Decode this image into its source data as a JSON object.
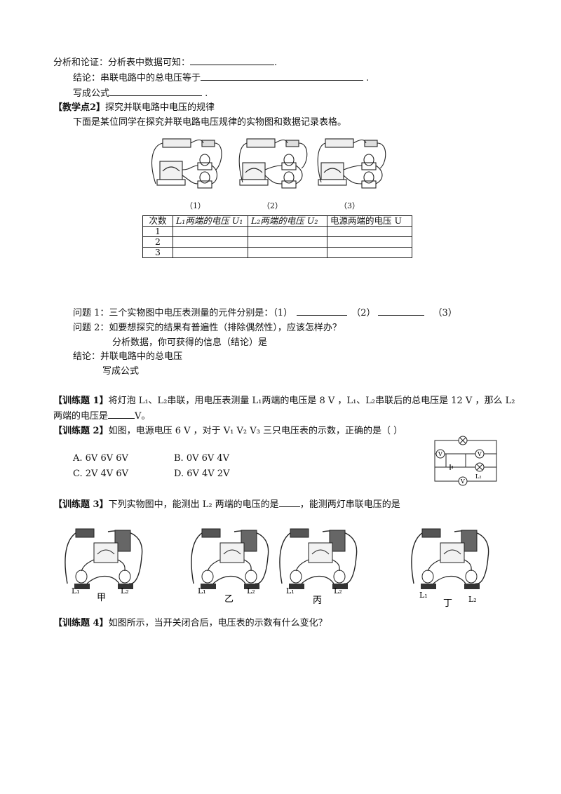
{
  "lines": {
    "l1": "分析和论证：分析表中数据可知：",
    "l2": "结论：串联电路中的总电压等于",
    "l3": "写成公式",
    "tp2_tag": "【教学点2】",
    "tp2_title": "探究并联电路中电压的规律",
    "intro": "下面是某位同学在探究并联电路电压规律的实物图和数据记录表格。",
    "q1_a": "问题 1：三个实物图中电压表测量的元件分别是：（1）",
    "q1_b": "（2）",
    "q1_c": "（3）",
    "q2": "问题 2：如要想探究的结果有普遍性（排除偶然性），应该怎样办？",
    "analysis": "分析数据，你可获得的信息（结论）是",
    "conclusion": "结论：并联电路中的总电压",
    "formula": "写成公式",
    "t1_tag": "【训练题 1】",
    "t1_a": "将灯泡 L₁、L₂串联，用电压表测量 L₁两端的电压是 8 V ，L₁、L₂串联后的总电压是 12 V ，那么 L₂",
    "t1_b": "两端的电压是",
    "t1_c": "V。",
    "t2_tag": "【训练题 2】",
    "t2_q": "如图，电源电压 6 V ，对于 V₁ V₂ V₃ 三只电压表的示数，正确的是（ ）",
    "optA": "A. 6V   6V   6V",
    "optB": "B. 0V   6V   4V",
    "optC": "C. 2V   4V   6V",
    "optD": "D. 6V   4V   2V",
    "t3_tag": "【训练题 3】",
    "t3_a": "下列实物图中，能测出 L₂ 两端的电压的是",
    "t3_b": "，能测两灯串联电压的是",
    "t4_tag": "【训练题 4】",
    "t4_q": "如图所示，当开关闭合后，电压表的示数有什么变化？"
  },
  "figure_captions": [
    "（1）",
    "（2）",
    "（3）"
  ],
  "table": {
    "headers": [
      "次数",
      "L₁两端的电压 U₁",
      "L₂两端的电压 U₂",
      "电源两端的电压 U"
    ],
    "rows": [
      "1",
      "2",
      "3"
    ]
  },
  "circuit_labels": {
    "lamp": "L₂",
    "v": "V"
  },
  "t3_captions": [
    "甲",
    "乙",
    "丙",
    "丁"
  ],
  "lamp_labels": {
    "l1": "L₁",
    "l2": "L₂"
  }
}
